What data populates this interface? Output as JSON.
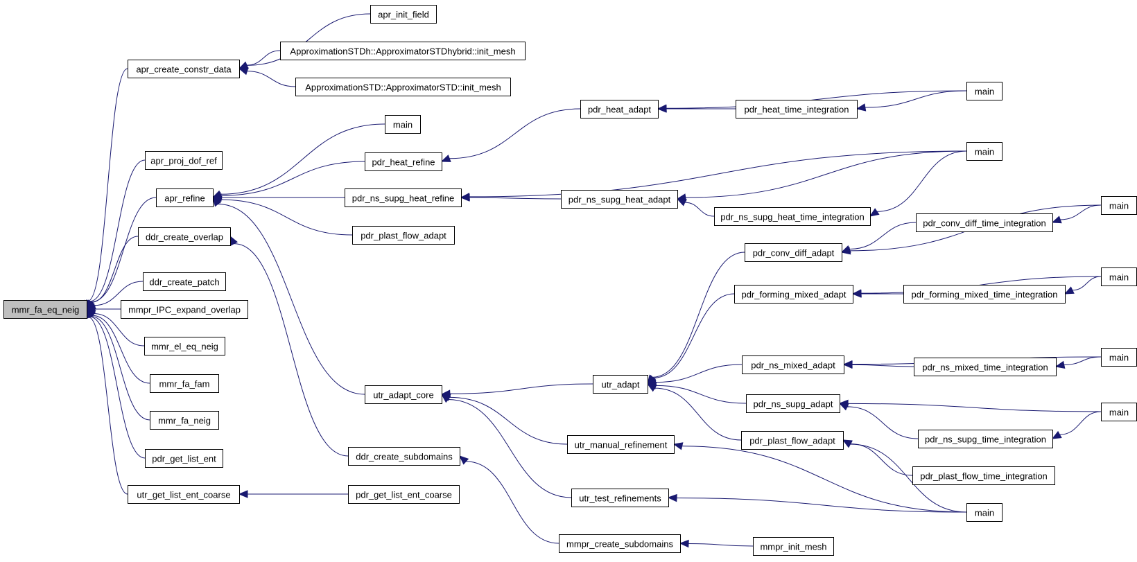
{
  "graph": {
    "colors": {
      "edge": "#191970",
      "node_border": "#000000",
      "root_fill": "#bfbfbf",
      "node_fill": "#ffffff"
    },
    "nodes": [
      {
        "id": "root",
        "label": "mmr_fa_eq_neig"
      },
      {
        "id": "apr_create_constr_data",
        "label": "apr_create_constr_data"
      },
      {
        "id": "apr_init_field",
        "label": "apr_init_field"
      },
      {
        "id": "approx_stdh_init",
        "label": "ApproximationSTDh::ApproximatorSTDhybrid::init_mesh"
      },
      {
        "id": "approx_std_init",
        "label": "ApproximationSTD::ApproximatorSTD::init_mesh"
      },
      {
        "id": "apr_proj_dof_ref",
        "label": "apr_proj_dof_ref"
      },
      {
        "id": "apr_refine",
        "label": "apr_refine"
      },
      {
        "id": "main_a",
        "label": "main"
      },
      {
        "id": "pdr_heat_refine",
        "label": "pdr_heat_refine"
      },
      {
        "id": "pdr_ns_supg_heat_refine",
        "label": "pdr_ns_supg_heat_refine"
      },
      {
        "id": "pdr_plast_flow_adapt_1",
        "label": "pdr_plast_flow_adapt"
      },
      {
        "id": "pdr_heat_adapt",
        "label": "pdr_heat_adapt"
      },
      {
        "id": "pdr_heat_time_integration",
        "label": "pdr_heat_time_integration"
      },
      {
        "id": "main_b",
        "label": "main"
      },
      {
        "id": "main_c",
        "label": "main"
      },
      {
        "id": "pdr_ns_supg_heat_adapt",
        "label": "pdr_ns_supg_heat_adapt"
      },
      {
        "id": "pdr_ns_supg_heat_time_integration",
        "label": "pdr_ns_supg_heat_time_integration"
      },
      {
        "id": "ddr_create_overlap",
        "label": "ddr_create_overlap"
      },
      {
        "id": "ddr_create_patch",
        "label": "ddr_create_patch"
      },
      {
        "id": "mmpr_IPC_expand_overlap",
        "label": "mmpr_IPC_expand_overlap"
      },
      {
        "id": "mmr_el_eq_neig",
        "label": "mmr_el_eq_neig"
      },
      {
        "id": "mmr_fa_fam",
        "label": "mmr_fa_fam"
      },
      {
        "id": "mmr_fa_neig",
        "label": "mmr_fa_neig"
      },
      {
        "id": "pdr_get_list_ent",
        "label": "pdr_get_list_ent"
      },
      {
        "id": "utr_get_list_ent_coarse",
        "label": "utr_get_list_ent_coarse"
      },
      {
        "id": "pdr_get_list_ent_coarse",
        "label": "pdr_get_list_ent_coarse"
      },
      {
        "id": "utr_adapt_core",
        "label": "utr_adapt_core"
      },
      {
        "id": "ddr_create_subdomains",
        "label": "ddr_create_subdomains"
      },
      {
        "id": "mmpr_create_subdomains",
        "label": "mmpr_create_subdomains"
      },
      {
        "id": "mmpr_init_mesh",
        "label": "mmpr_init_mesh"
      },
      {
        "id": "utr_adapt",
        "label": "utr_adapt"
      },
      {
        "id": "utr_manual_refinement",
        "label": "utr_manual_refinement"
      },
      {
        "id": "utr_test_refinements",
        "label": "utr_test_refinements"
      },
      {
        "id": "pdr_conv_diff_adapt",
        "label": "pdr_conv_diff_adapt"
      },
      {
        "id": "pdr_conv_diff_time_integration",
        "label": "pdr_conv_diff_time_integration"
      },
      {
        "id": "main_d",
        "label": "main"
      },
      {
        "id": "pdr_forming_mixed_adapt",
        "label": "pdr_forming_mixed_adapt"
      },
      {
        "id": "pdr_forming_mixed_time_integration",
        "label": "pdr_forming_mixed_time_integration"
      },
      {
        "id": "main_e",
        "label": "main"
      },
      {
        "id": "pdr_ns_mixed_adapt",
        "label": "pdr_ns_mixed_adapt"
      },
      {
        "id": "pdr_ns_mixed_time_integration",
        "label": "pdr_ns_mixed_time_integration"
      },
      {
        "id": "main_f",
        "label": "main"
      },
      {
        "id": "pdr_ns_supg_adapt",
        "label": "pdr_ns_supg_adapt"
      },
      {
        "id": "pdr_ns_supg_time_integration",
        "label": "pdr_ns_supg_time_integration"
      },
      {
        "id": "main_g",
        "label": "main"
      },
      {
        "id": "pdr_plast_flow_adapt_2",
        "label": "pdr_plast_flow_adapt"
      },
      {
        "id": "pdr_plast_flow_time_integration",
        "label": "pdr_plast_flow_time_integration"
      },
      {
        "id": "main_h",
        "label": "main"
      }
    ],
    "edges": [
      {
        "target": "root",
        "source": "apr_create_constr_data"
      },
      {
        "target": "root",
        "source": "apr_proj_dof_ref"
      },
      {
        "target": "root",
        "source": "apr_refine"
      },
      {
        "target": "root",
        "source": "ddr_create_overlap"
      },
      {
        "target": "root",
        "source": "ddr_create_patch"
      },
      {
        "target": "root",
        "source": "mmpr_IPC_expand_overlap"
      },
      {
        "target": "root",
        "source": "mmr_el_eq_neig"
      },
      {
        "target": "root",
        "source": "mmr_fa_fam"
      },
      {
        "target": "root",
        "source": "mmr_fa_neig"
      },
      {
        "target": "root",
        "source": "pdr_get_list_ent"
      },
      {
        "target": "root",
        "source": "utr_get_list_ent_coarse"
      },
      {
        "target": "apr_create_constr_data",
        "source": "apr_init_field"
      },
      {
        "target": "apr_create_constr_data",
        "source": "approx_stdh_init"
      },
      {
        "target": "apr_create_constr_data",
        "source": "approx_std_init"
      },
      {
        "target": "apr_refine",
        "source": "main_a"
      },
      {
        "target": "apr_refine",
        "source": "pdr_heat_refine"
      },
      {
        "target": "apr_refine",
        "source": "pdr_ns_supg_heat_refine"
      },
      {
        "target": "apr_refine",
        "source": "pdr_plast_flow_adapt_1"
      },
      {
        "target": "apr_refine",
        "source": "utr_adapt_core"
      },
      {
        "target": "pdr_heat_refine",
        "source": "pdr_heat_adapt"
      },
      {
        "target": "pdr_heat_adapt",
        "source": "main_b"
      },
      {
        "target": "pdr_heat_adapt",
        "source": "pdr_heat_time_integration"
      },
      {
        "target": "pdr_heat_time_integration",
        "source": "main_b"
      },
      {
        "target": "pdr_ns_supg_heat_refine",
        "source": "main_c"
      },
      {
        "target": "pdr_ns_supg_heat_refine",
        "source": "pdr_ns_supg_heat_adapt"
      },
      {
        "target": "pdr_ns_supg_heat_adapt",
        "source": "main_c"
      },
      {
        "target": "pdr_ns_supg_heat_adapt",
        "source": "pdr_ns_supg_heat_time_integration"
      },
      {
        "target": "pdr_ns_supg_heat_time_integration",
        "source": "main_c"
      },
      {
        "target": "ddr_create_overlap",
        "source": "ddr_create_subdomains"
      },
      {
        "target": "ddr_create_subdomains",
        "source": "mmpr_create_subdomains"
      },
      {
        "target": "mmpr_create_subdomains",
        "source": "mmpr_init_mesh"
      },
      {
        "target": "utr_get_list_ent_coarse",
        "source": "pdr_get_list_ent_coarse"
      },
      {
        "target": "utr_adapt_core",
        "source": "utr_adapt"
      },
      {
        "target": "utr_adapt_core",
        "source": "utr_manual_refinement"
      },
      {
        "target": "utr_adapt_core",
        "source": "utr_test_refinements"
      },
      {
        "target": "utr_manual_refinement",
        "source": "main_h"
      },
      {
        "target": "utr_test_refinements",
        "source": "main_h"
      },
      {
        "target": "utr_adapt",
        "source": "pdr_conv_diff_adapt"
      },
      {
        "target": "utr_adapt",
        "source": "pdr_forming_mixed_adapt"
      },
      {
        "target": "utr_adapt",
        "source": "pdr_ns_mixed_adapt"
      },
      {
        "target": "utr_adapt",
        "source": "pdr_ns_supg_adapt"
      },
      {
        "target": "utr_adapt",
        "source": "pdr_plast_flow_adapt_2"
      },
      {
        "target": "pdr_conv_diff_adapt",
        "source": "main_d"
      },
      {
        "target": "pdr_conv_diff_adapt",
        "source": "pdr_conv_diff_time_integration"
      },
      {
        "target": "pdr_conv_diff_time_integration",
        "source": "main_d"
      },
      {
        "target": "pdr_forming_mixed_adapt",
        "source": "main_e"
      },
      {
        "target": "pdr_forming_mixed_adapt",
        "source": "pdr_forming_mixed_time_integration"
      },
      {
        "target": "pdr_forming_mixed_time_integration",
        "source": "main_e"
      },
      {
        "target": "pdr_ns_mixed_adapt",
        "source": "main_f"
      },
      {
        "target": "pdr_ns_mixed_adapt",
        "source": "pdr_ns_mixed_time_integration"
      },
      {
        "target": "pdr_ns_mixed_time_integration",
        "source": "main_f"
      },
      {
        "target": "pdr_ns_supg_adapt",
        "source": "main_g"
      },
      {
        "target": "pdr_ns_supg_adapt",
        "source": "pdr_ns_supg_time_integration"
      },
      {
        "target": "pdr_ns_supg_time_integration",
        "source": "main_g"
      },
      {
        "target": "pdr_plast_flow_adapt_2",
        "source": "main_h"
      },
      {
        "target": "pdr_plast_flow_adapt_2",
        "source": "pdr_plast_flow_time_integration"
      }
    ]
  }
}
